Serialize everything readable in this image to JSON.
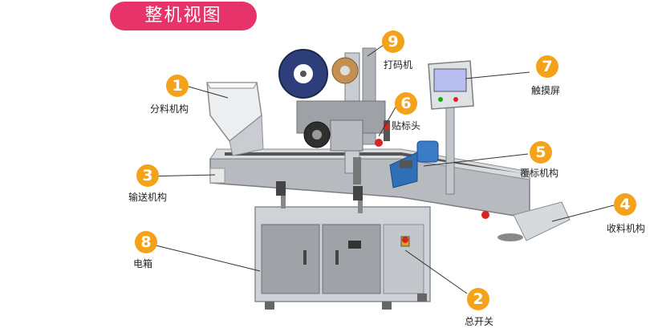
{
  "title": "整机视图",
  "colors": {
    "accent": "#e8336a",
    "badge": "#f5a21b",
    "leader": "#333333"
  },
  "callouts": [
    {
      "num": "1",
      "label": "分料机构"
    },
    {
      "num": "2",
      "label": "总开关"
    },
    {
      "num": "3",
      "label": "输送机构"
    },
    {
      "num": "4",
      "label": "收料机构"
    },
    {
      "num": "5",
      "label": "覆标机构"
    },
    {
      "num": "6",
      "label": "贴标头"
    },
    {
      "num": "7",
      "label": "触摸屏"
    },
    {
      "num": "8",
      "label": "电箱"
    },
    {
      "num": "9",
      "label": "打码机"
    }
  ]
}
